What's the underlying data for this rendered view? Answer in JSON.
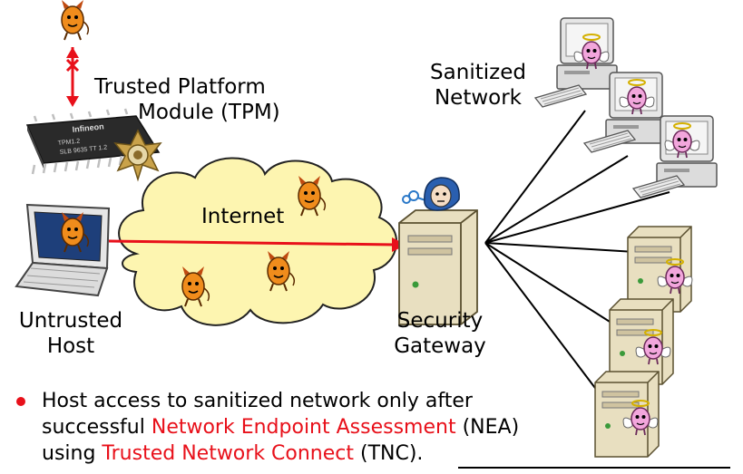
{
  "labels": {
    "tpm_line1": "Trusted Platform",
    "tpm_line2": "Module (TPM)",
    "sanitized_line1": "Sanitized",
    "sanitized_line2": "Network",
    "internet": "Internet",
    "untrusted_line1": "Untrusted",
    "untrusted_line2": "Host",
    "gateway_line1": "Security",
    "gateway_line2": "Gateway",
    "chip_brand": "Infineon",
    "chip_line1": "TPM1.2",
    "chip_line2": "SLB 9635 TT 1.2"
  },
  "bullet": {
    "part1": "Host access to sanitized network only after successful ",
    "nea": "Network Endpoint Assessment",
    "part2": " (NEA) using ",
    "tnc": "Trusted Network Connect",
    "part3": " (TNC)."
  },
  "colors": {
    "accent_red": "#e8101a",
    "cloud_fill": "#fdf5b0",
    "devil_orange": "#f08c1c",
    "angel_pink": "#f2a6dc"
  },
  "icons": [
    "devil-icon",
    "angel-icon",
    "tpm-chip-icon",
    "sheriff-badge-icon",
    "laptop-icon",
    "server-icon",
    "desktop-computer-icon",
    "keyboard-icon",
    "cloud-icon",
    "gatekeeper-icon"
  ]
}
